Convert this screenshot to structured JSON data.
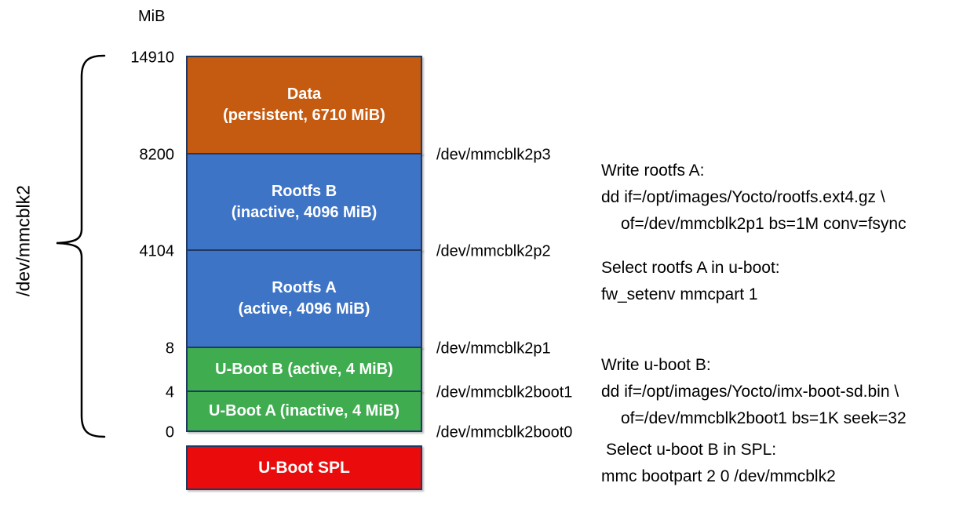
{
  "scale": {
    "unit": "MiB",
    "ticks": [
      "14910",
      "8200",
      "4104",
      "8",
      "4",
      "0"
    ]
  },
  "disk": {
    "label": "/dev/mmcblk2"
  },
  "partitions": [
    {
      "id": "data",
      "lines": [
        "Data",
        "(persistent, 6710 MiB)"
      ],
      "color": "#C55A11"
    },
    {
      "id": "rootfs-b",
      "lines": [
        "Rootfs B",
        "(inactive, 4096 MiB)"
      ],
      "color": "#3E74C6"
    },
    {
      "id": "rootfs-a",
      "lines": [
        "Rootfs A",
        "(active, 4096 MiB)"
      ],
      "color": "#3E74C6"
    },
    {
      "id": "uboot-b",
      "lines": [
        "U-Boot B (active, 4 MiB)"
      ],
      "color": "#3FAC4F"
    },
    {
      "id": "uboot-a",
      "lines": [
        "U-Boot A (inactive, 4 MiB)"
      ],
      "color": "#3FAC4F"
    },
    {
      "id": "uboot-spl",
      "lines": [
        "U-Boot SPL"
      ],
      "color": "#EA0C0C"
    }
  ],
  "devices": [
    "/dev/mmcblk2p3",
    "/dev/mmcblk2p2",
    "/dev/mmcblk2p1",
    "/dev/mmcblk2boot1",
    "/dev/mmcblk2boot0"
  ],
  "notes": [
    {
      "title": "Write rootfs A:",
      "lines": [
        "dd if=/opt/images/Yocto/rootfs.ext4.gz \\",
        "of=/dev/mmcblk2p1 bs=1M conv=fsync"
      ]
    },
    {
      "title": "Select rootfs A in u-boot:",
      "lines": [
        "fw_setenv mmcpart 1"
      ]
    },
    {
      "title": "Write u-boot B:",
      "lines": [
        "dd if=/opt/images/Yocto/imx-boot-sd.bin \\",
        "of=/dev/mmcblk2boot1 bs=1K seek=32"
      ]
    },
    {
      "title": "Select u-boot B in SPL:",
      "lines": [
        "mmc bootpart 2 0 /dev/mmcblk2"
      ]
    }
  ],
  "colors": {
    "data_orange": "#C55A11",
    "rootfs_blue": "#3E74C6",
    "uboot_green": "#3FAC4F",
    "spl_red": "#EA0C0C",
    "block_border": "#1F3864",
    "text_dark": "#000000",
    "text_light": "#FFFFFF"
  }
}
